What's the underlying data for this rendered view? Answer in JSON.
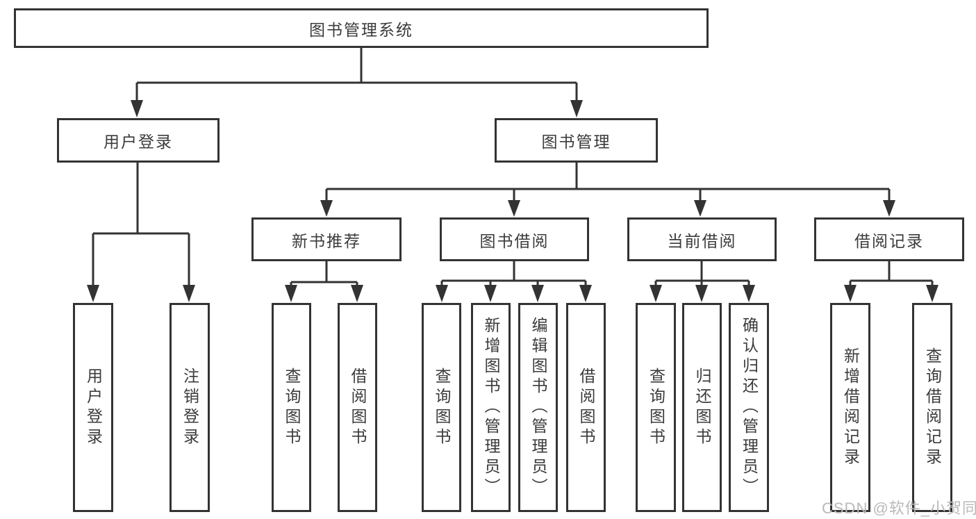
{
  "diagram": {
    "title": "图书管理系统",
    "branches": {
      "user_login": {
        "label": "用户登录",
        "children": [
          "用户登录",
          "注销登录"
        ]
      },
      "book_management": {
        "label": "图书管理",
        "sections": [
          {
            "label": "新书推荐",
            "children": [
              "查询图书",
              "借阅图书"
            ]
          },
          {
            "label": "图书借阅",
            "children": [
              "查询图书",
              "新增图书（管理员）",
              "编辑图书（管理员）",
              "借阅图书"
            ]
          },
          {
            "label": "当前借阅",
            "children": [
              "查询图书",
              "归还图书",
              "确认归还（管理员）"
            ]
          },
          {
            "label": "借阅记录",
            "children": [
              "新增借阅记录",
              "查询借阅记录"
            ]
          }
        ]
      }
    },
    "line_color": "#333333",
    "text_color": "#3b3b3b"
  },
  "watermark": {
    "text": "CSDN @软件_小贺同学",
    "color": "#b9b9b9"
  }
}
